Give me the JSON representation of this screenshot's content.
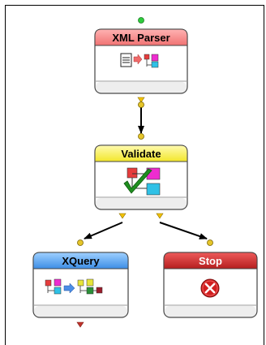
{
  "nodes": [
    {
      "id": "xml-parser",
      "title": "XML Parser",
      "color": "#f48484",
      "icon": "document-to-tree-icon"
    },
    {
      "id": "validate",
      "title": "Validate",
      "color": "#f7f24a",
      "icon": "tree-checkmark-icon"
    },
    {
      "id": "xquery",
      "title": "XQuery",
      "color": "#5aa6f0",
      "icon": "tree-to-tree-icon"
    },
    {
      "id": "stop",
      "title": "Stop",
      "color": "#d12b2b",
      "icon": "stop-x-icon"
    }
  ],
  "edges": [
    {
      "from": "xml-parser",
      "to": "validate"
    },
    {
      "from": "validate",
      "to": "xquery"
    },
    {
      "from": "validate",
      "to": "stop"
    }
  ],
  "colors": {
    "input_port": "#2ecc3d",
    "output_port": "#e5c52a",
    "port_arrow": "#f2c200",
    "end_arrow": "#c0332b",
    "edge": "#000000"
  }
}
